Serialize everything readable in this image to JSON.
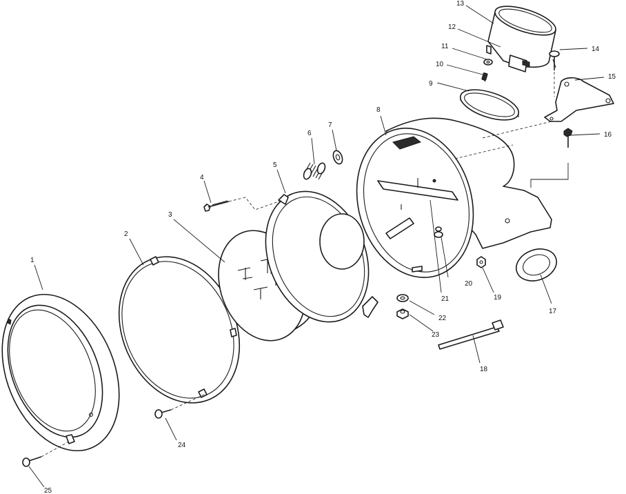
{
  "diagram": {
    "type": "exploded-parts-view",
    "callouts": [
      "1",
      "2",
      "3",
      "4",
      "5",
      "6",
      "7",
      "8",
      "9",
      "10",
      "11",
      "12",
      "13",
      "14",
      "15",
      "16",
      "17",
      "18",
      "19",
      "20",
      "21",
      "22",
      "23",
      "24",
      "25"
    ]
  }
}
